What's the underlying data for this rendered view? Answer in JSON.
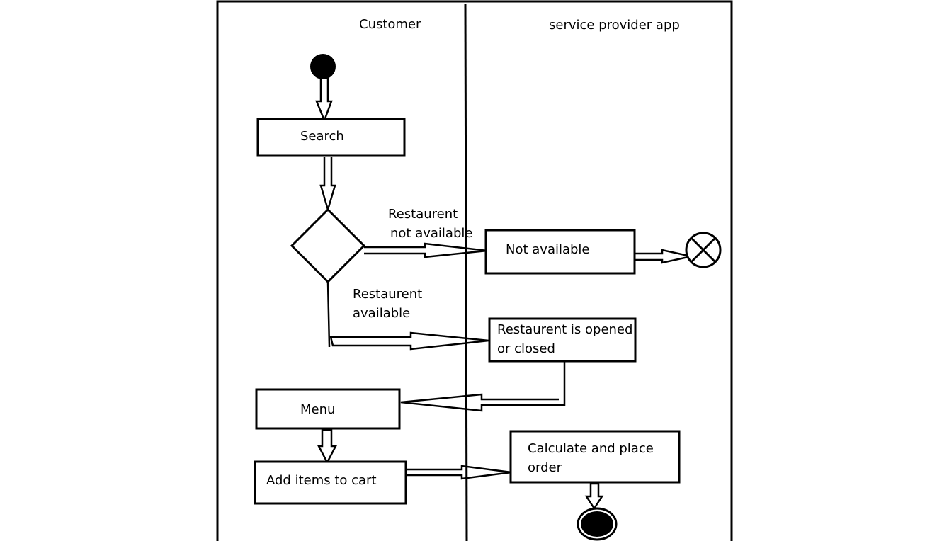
{
  "lanes": {
    "customer": "Customer",
    "provider": "service provider app"
  },
  "nodes": {
    "search": "Search",
    "not_available": "Not available",
    "opened_closed": {
      "line1": "Restaurent is opened",
      "line2": "or closed"
    },
    "menu": "Menu",
    "add_items": "Add items to cart",
    "calculate": {
      "line1": "Calculate and place",
      "line2": "order"
    }
  },
  "edges": {
    "not_available": {
      "line1": "Restaurent",
      "line2": "not available"
    },
    "available": {
      "line1": "Restaurent",
      "line2": "available"
    }
  }
}
